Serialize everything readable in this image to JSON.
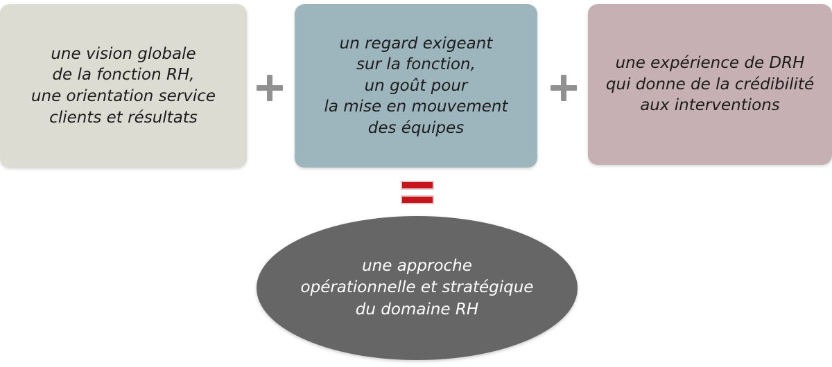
{
  "diagram": {
    "type": "equation-diagram",
    "terms": [
      {
        "name": "vision",
        "text": "une vision globale\nde la fonction RH,\nune  orientation service\nclients et résultats",
        "color": "#dcdcd2"
      },
      {
        "name": "regard",
        "text": "un regard exigeant\nsur la fonction,\nun goût pour\nla mise en mouvement\ndes équipes",
        "color": "#9db5bd"
      },
      {
        "name": "experience",
        "text": "une expérience de DRH\nqui donne de la crédibilité\naux interventions",
        "color": "#c6b0b4"
      }
    ],
    "operators": {
      "plus_1": "+",
      "plus_2": "+",
      "equals": "=",
      "plus_color": "#919191",
      "equals_color": "#c4161c"
    },
    "result": {
      "name": "approche",
      "text": "une  approche\nopérationnelle et stratégique\ndu domaine RH",
      "color": "#666666",
      "text_color": "#ffffff"
    }
  }
}
